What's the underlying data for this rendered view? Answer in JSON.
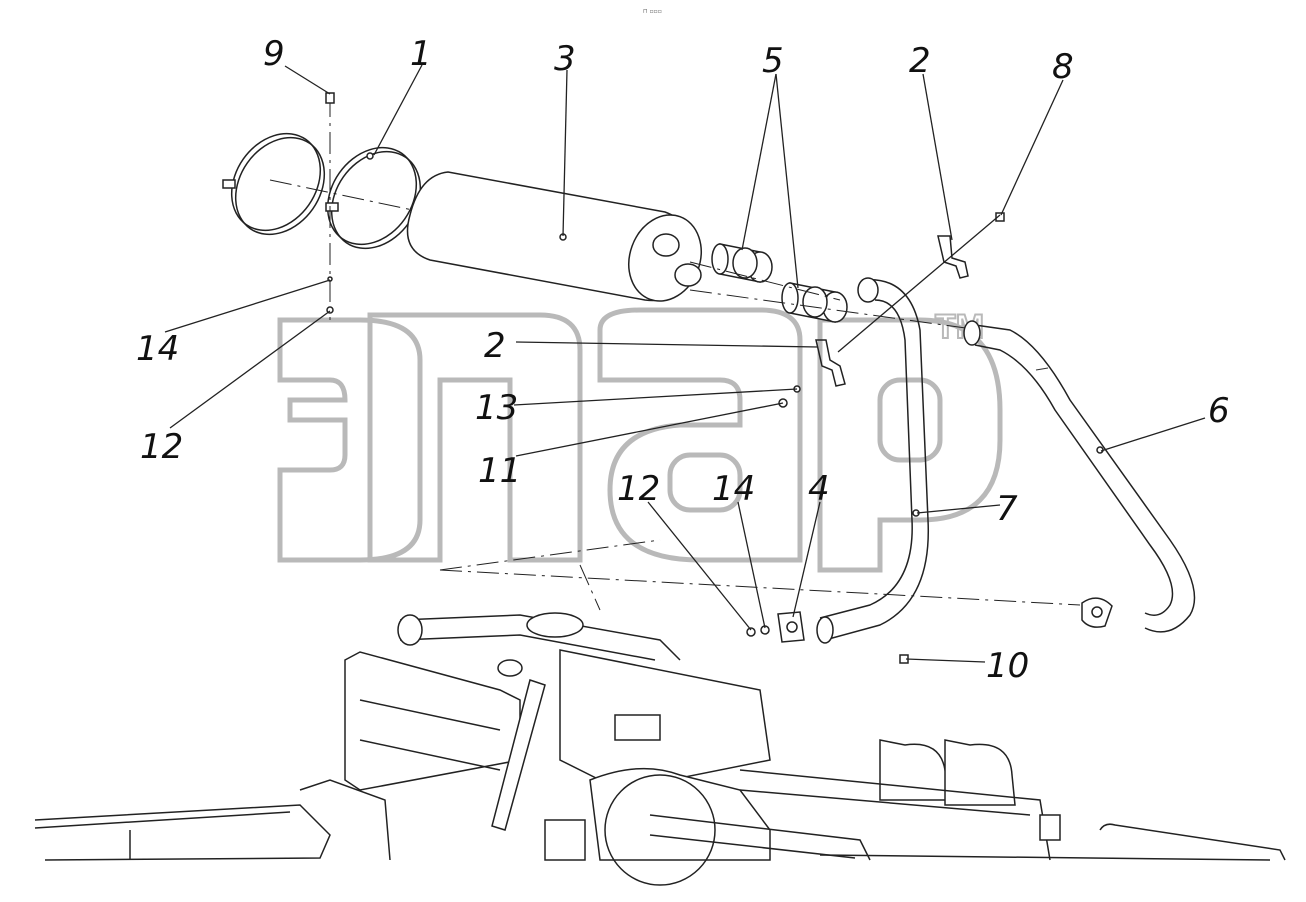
{
  "header_mark": "⊓ ▫▫▫",
  "watermark": {
    "trademark": "TM"
  },
  "callouts": [
    {
      "id": "c1",
      "text": "1"
    },
    {
      "id": "c2a",
      "text": "2"
    },
    {
      "id": "c2b",
      "text": "2"
    },
    {
      "id": "c3",
      "text": "3"
    },
    {
      "id": "c4",
      "text": "4"
    },
    {
      "id": "c5",
      "text": "5"
    },
    {
      "id": "c6",
      "text": "6"
    },
    {
      "id": "c7",
      "text": "7"
    },
    {
      "id": "c8",
      "text": "8"
    },
    {
      "id": "c9",
      "text": "9"
    },
    {
      "id": "c10",
      "text": "10"
    },
    {
      "id": "c11",
      "text": "11"
    },
    {
      "id": "c12a",
      "text": "12"
    },
    {
      "id": "c12b",
      "text": "12"
    },
    {
      "id": "c13",
      "text": "13"
    },
    {
      "id": "c14a",
      "text": "14"
    },
    {
      "id": "c14b",
      "text": "14"
    }
  ]
}
